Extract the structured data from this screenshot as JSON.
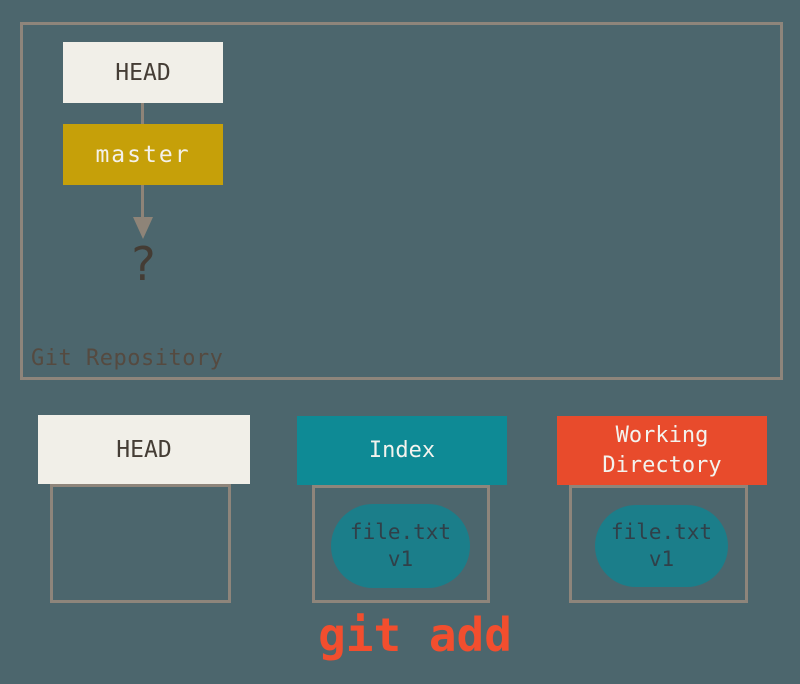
{
  "repository": {
    "label": "Git Repository",
    "head_label": "HEAD",
    "branch_label": "master",
    "unknown_commit": "?"
  },
  "areas": {
    "head": {
      "title": "HEAD",
      "files": []
    },
    "index": {
      "title": "Index",
      "files": [
        {
          "name": "file.txt",
          "version": "v1"
        }
      ]
    },
    "working_directory": {
      "title_lines": [
        "Working",
        "Directory"
      ],
      "files": [
        {
          "name": "file.txt",
          "version": "v1"
        }
      ]
    }
  },
  "command": "git add",
  "colors": {
    "background": "#4c666d",
    "box_border": "#8e857b",
    "head_box_fill": "#f1efe8",
    "head_text": "#453d35",
    "master_fill": "#c6a009",
    "index_header_fill": "#0e8a95",
    "working_directory_header_fill": "#e84b2c",
    "file_pill_fill": "#1b7e8a",
    "file_pill_text": "#304049",
    "git_add_text": "#f24e2e",
    "arrow": "#8e8478",
    "repo_label_text": "#554a40"
  }
}
